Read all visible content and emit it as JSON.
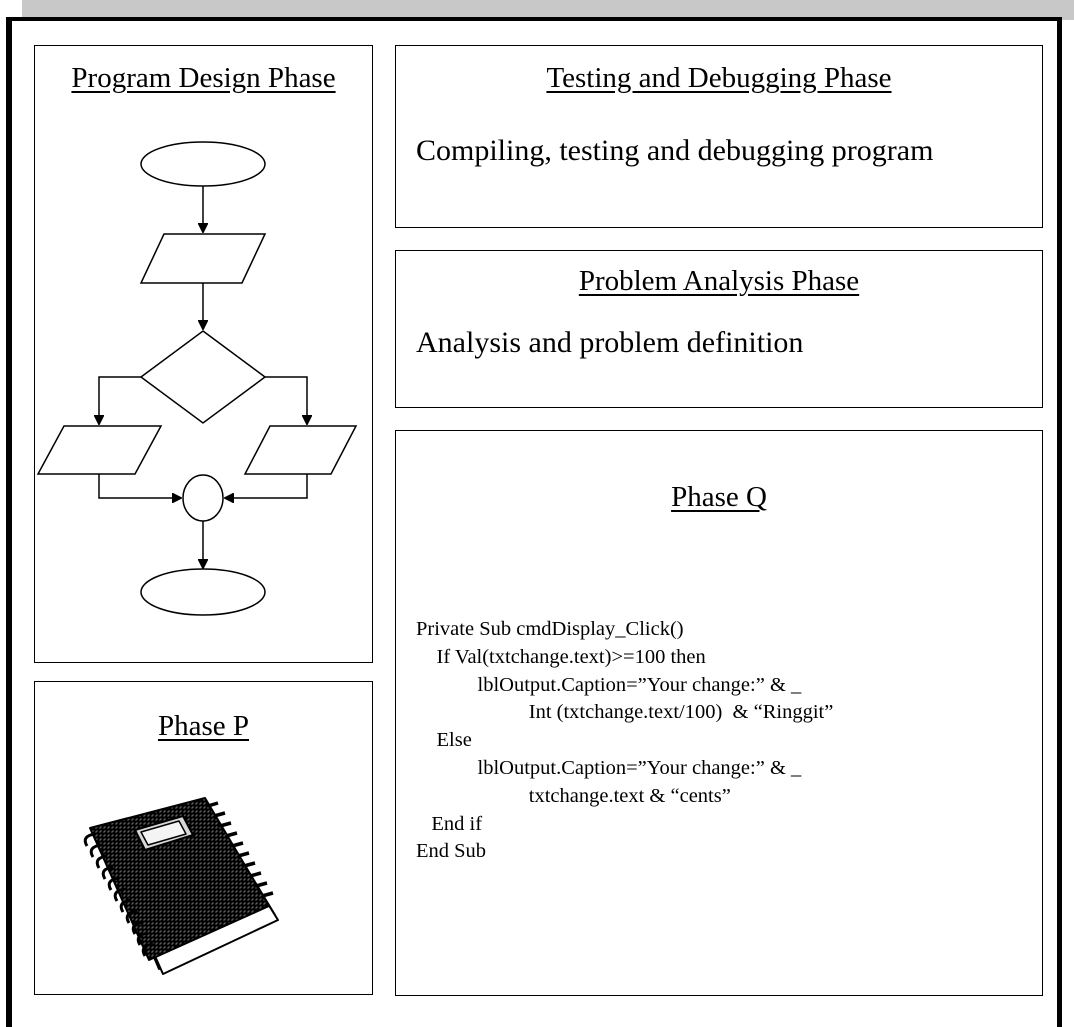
{
  "program_design": {
    "heading": "Program Design Phase"
  },
  "phase_p": {
    "heading": "Phase P",
    "icon": "notebook-icon"
  },
  "testing": {
    "heading": "Testing and Debugging Phase",
    "description": "Compiling, testing and debugging program"
  },
  "problem_analysis": {
    "heading": "Problem Analysis Phase",
    "description": "Analysis and problem definition"
  },
  "phase_q": {
    "heading": "Phase Q",
    "code_lines": [
      "Private Sub cmdDisplay_Click()",
      "    If Val(txtchange.text)>=100 then",
      "            lblOutput.Caption=”Your change:” & _",
      "                      Int (txtchange.text/100)  & “Ringgit”",
      "    Else",
      "            lblOutput.Caption=”Your change:” & _",
      "                      txtchange.text & “cents”",
      "   End if",
      "End Sub"
    ]
  }
}
